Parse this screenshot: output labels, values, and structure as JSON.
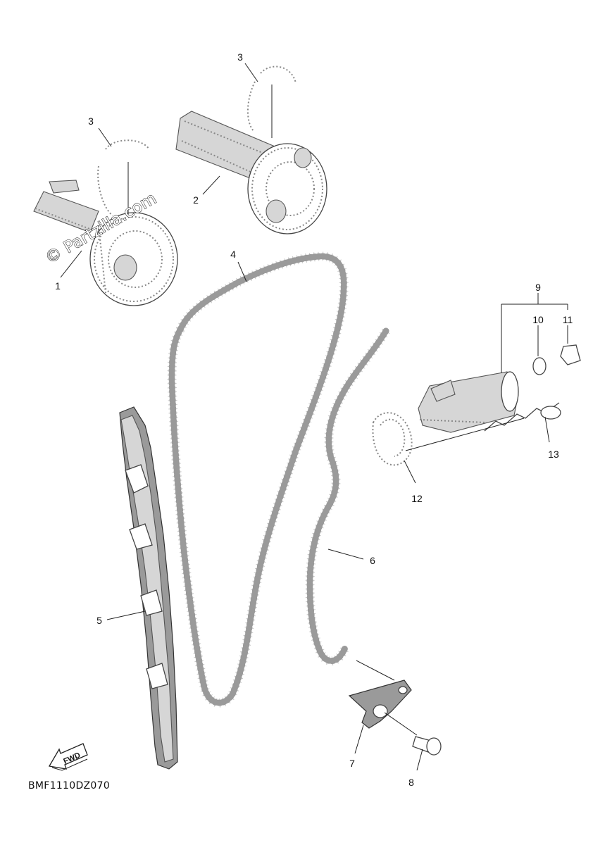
{
  "diagram": {
    "code": "BMF1110DZ070",
    "watermark": "© Partzilla.com",
    "fwd_label": "FWD",
    "callouts": [
      {
        "id": "c1",
        "text": "1"
      },
      {
        "id": "c2",
        "text": "2"
      },
      {
        "id": "c3a",
        "text": "3"
      },
      {
        "id": "c3b",
        "text": "3"
      },
      {
        "id": "c4",
        "text": "4"
      },
      {
        "id": "c5",
        "text": "5"
      },
      {
        "id": "c6",
        "text": "6"
      },
      {
        "id": "c7",
        "text": "7"
      },
      {
        "id": "c8",
        "text": "8"
      },
      {
        "id": "c9",
        "text": "9"
      },
      {
        "id": "c10",
        "text": "10"
      },
      {
        "id": "c11",
        "text": "11"
      },
      {
        "id": "c12",
        "text": "12"
      },
      {
        "id": "c13",
        "text": "13"
      }
    ]
  }
}
